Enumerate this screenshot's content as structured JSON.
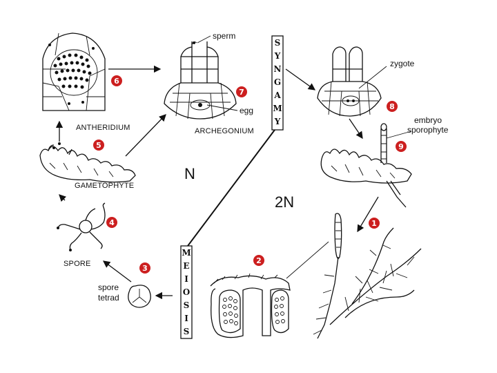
{
  "labels": {
    "sperm": "sperm",
    "egg": "egg",
    "zygote": "zygote",
    "embryo_line1": "embryo",
    "embryo_line2": "sporophyte",
    "antheridium": "ANTHERIDIUM",
    "archegonium": "ARCHEGONIUM",
    "gametophyte": "GAMETOPHYTE",
    "spore": "SPORE",
    "spore_tetrad_line1": "spore",
    "spore_tetrad_line2": "tetrad"
  },
  "ploidy": {
    "haploid": "N",
    "diploid": "2N"
  },
  "vertical_words": {
    "syngamy": [
      "S",
      "Y",
      "N",
      "G",
      "A",
      "M",
      "Y"
    ],
    "meiosis": [
      "M",
      "E",
      "I",
      "O",
      "S",
      "I",
      "S"
    ]
  },
  "steps": [
    "1",
    "2",
    "3",
    "4",
    "5",
    "6",
    "7",
    "8",
    "9"
  ],
  "colors": {
    "badge": "#cc1f1f",
    "ink": "#111111",
    "background": "#ffffff"
  }
}
